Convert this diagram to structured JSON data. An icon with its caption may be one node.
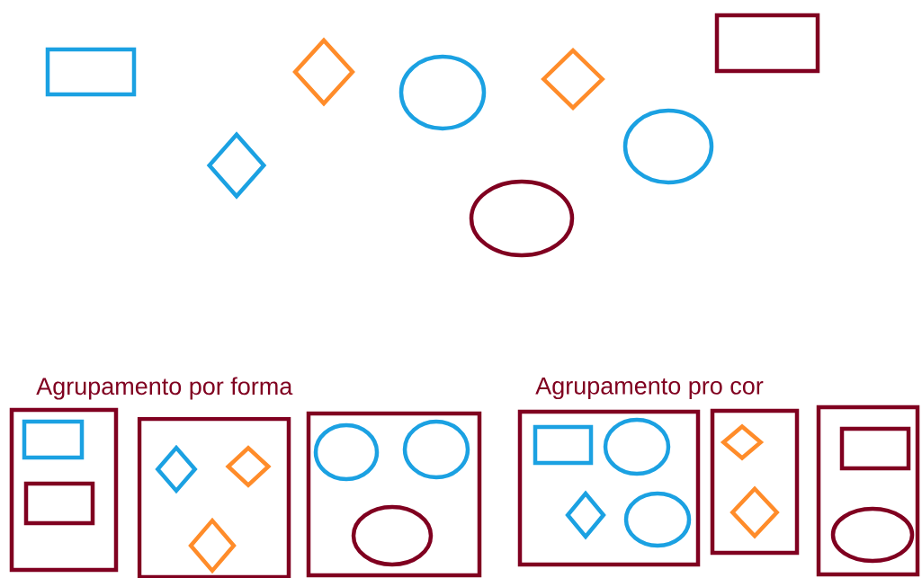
{
  "diagram": {
    "nodes": [
      {
        "text": [],
        "shape": "box"
      },
      {
        "text": [],
        "shape": "diamond"
      },
      {
        "text": [],
        "shape": "diamond"
      },
      {
        "text": [],
        "shape": "circle"
      },
      {
        "text": [],
        "shape": "circle"
      },
      {
        "text": [],
        "shape": "diamond"
      },
      {
        "text": [],
        "shape": "circle"
      },
      {
        "text": [],
        "shape": "box"
      },
      {
        "text": [],
        "shape": "box"
      },
      {
        "text": [],
        "shape": "box",
        "in": 8
      },
      {
        "text": [],
        "shape": "box",
        "in": 8
      },
      {
        "text": [],
        "shape": "box"
      },
      {
        "text": [],
        "shape": "diamond",
        "in": 11
      },
      {
        "text": [],
        "shape": "diamond",
        "in": 11
      },
      {
        "text": [],
        "shape": "diamond",
        "in": 11
      },
      {
        "text": [],
        "shape": "box"
      },
      {
        "text": [],
        "shape": "circle",
        "in": 15
      },
      {
        "text": [],
        "shape": "circle",
        "in": 15
      },
      {
        "text": [],
        "shape": "circle",
        "in": 15
      },
      {
        "text": [],
        "shape": "box"
      },
      {
        "text": [],
        "shape": "box",
        "in": 19
      },
      {
        "text": [],
        "shape": "circle",
        "in": 19
      },
      {
        "text": [],
        "shape": "diamond",
        "in": 19
      },
      {
        "text": [],
        "shape": "circle",
        "in": 19
      },
      {
        "text": [],
        "shape": "box"
      },
      {
        "text": [],
        "shape": "diamond",
        "in": 24
      },
      {
        "text": [],
        "shape": "diamond",
        "in": 24
      },
      {
        "text": [],
        "shape": "box"
      },
      {
        "text": [],
        "shape": "box",
        "in": 27
      },
      {
        "text": [],
        "shape": "circle",
        "in": 27
      }
    ],
    "labels": [
      "Agrupamento por forma",
      "Agrupamento pro cor"
    ]
  }
}
